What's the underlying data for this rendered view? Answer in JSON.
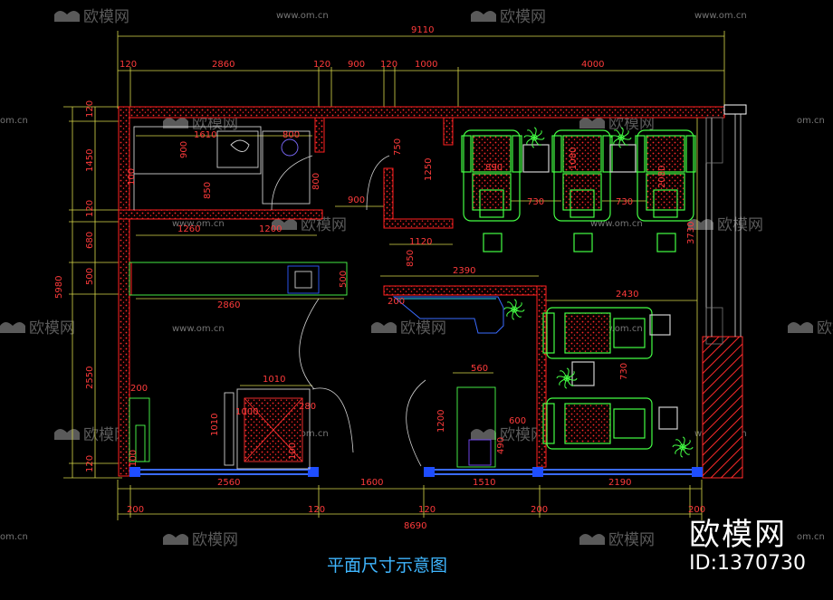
{
  "watermark": {
    "brand": "欧模网",
    "url": "www.om.cn",
    "partial_url": "om.cn"
  },
  "dimensions": {
    "overall_top": "9110",
    "top_row": [
      "120",
      "2860",
      "120",
      "900",
      "120",
      "1000",
      "4000"
    ],
    "left_total": "5980",
    "left_col": [
      "120",
      "1450",
      "120",
      "680",
      "500",
      "2550",
      "120"
    ],
    "bottom_row": [
      "200",
      "2560",
      "1600",
      "1510",
      "2190",
      "200"
    ],
    "bottom_sub": [
      "200",
      "120",
      "120",
      "200",
      "200"
    ],
    "overall_bottom": "8690",
    "right_col": "3730",
    "interior": {
      "bath_w": "1610",
      "bath_w2": "800",
      "bath_h": "900",
      "bath_side": "100",
      "bath_d": "850",
      "bath_d2": "800",
      "corridor_w": "900",
      "room_a": "1260",
      "room_b": "1200",
      "room_h": "750",
      "room_h2": "1250",
      "room_w": "1120",
      "room_h3": "850",
      "counter_w": "2860",
      "counter_h": "500",
      "corridor_2390": "2390",
      "bed_w": "2430",
      "chair_a": "890",
      "chair_b": "1080",
      "chair_c": "2080",
      "chair_gap1": "730",
      "chair_gap2": "730",
      "bed_gap": "730",
      "wall_200": "200",
      "table_w": "1010",
      "table_d": "1010",
      "table_inner": "1000",
      "table_dim": "280",
      "table_dim2": "100",
      "cab_w": "560",
      "cab_h": "1200",
      "cab_d": "600",
      "cab_d2": "490",
      "left_200": "200",
      "left_100": "100"
    }
  },
  "title": "平面尺寸示意图",
  "brand_block": {
    "name": "欧模网",
    "id": "ID:1370730"
  }
}
